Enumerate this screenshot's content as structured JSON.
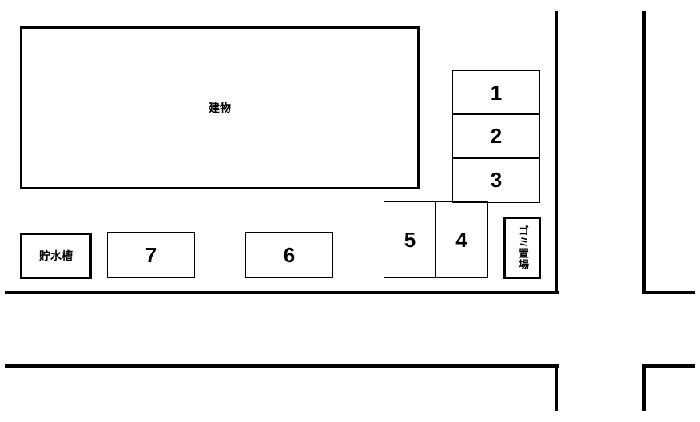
{
  "building": {
    "label": "建物"
  },
  "water_tank": {
    "label": "貯水槽"
  },
  "garbage": {
    "label": "ゴミ置場"
  },
  "spaces": {
    "s1": "1",
    "s2": "2",
    "s3": "3",
    "s4": "4",
    "s5": "5",
    "s6": "6",
    "s7": "7"
  }
}
